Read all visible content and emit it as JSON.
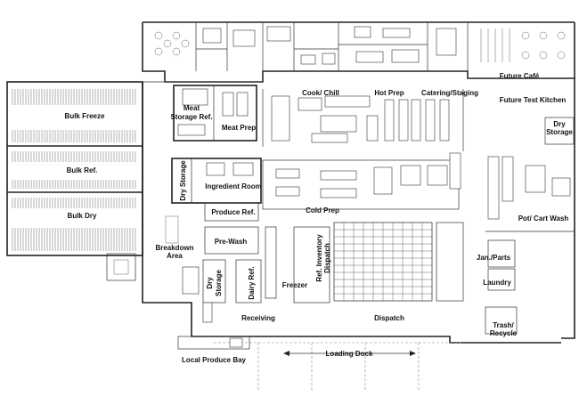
{
  "labels": {
    "future_cafe": "Future Café",
    "cook_chill": "Cook/ Chill",
    "hot_prep": "Hot Prep",
    "catering_staging": "Catering/Staging",
    "future_test_kitchen": "Future Test Kitchen",
    "meat_storage_ref_1": "Meat",
    "meat_storage_ref_2": "Storage Ref.",
    "meat_prep": "Meat Prep",
    "dry_storage_right_1": "Dry",
    "dry_storage_right_2": "Storage",
    "bulk_freeze": "Bulk Freeze",
    "bulk_ref": "Bulk Ref.",
    "bulk_dry": "Bulk Dry",
    "dry_storage_left": "Dry Storage",
    "ingredient_room": "Ingredient Room",
    "produce_ref": "Produce Ref.",
    "cold_prep": "Cold Prep",
    "pot_cart_wash": "Pot/ Cart Wash",
    "breakdown_area_1": "Breakdown",
    "breakdown_area_2": "Area",
    "pre_wash": "Pre-Wash",
    "ref_inventory_1": "Ref. Inventory",
    "ref_inventory_2": "Dispatch",
    "jan_parts": "Jan./Parts",
    "laundry": "Laundry",
    "dry_storage_mid_1": "Dry",
    "dry_storage_mid_2": "Storage",
    "dairy_ref": "Dairy Ref.",
    "freezer": "Freezer",
    "receiving": "Receiving",
    "dispatch": "Dispatch",
    "trash_1": "Trash/",
    "trash_2": "Recycle",
    "loading_dock": "Loading Dock",
    "local_produce_bay": "Local Produce Bay"
  }
}
